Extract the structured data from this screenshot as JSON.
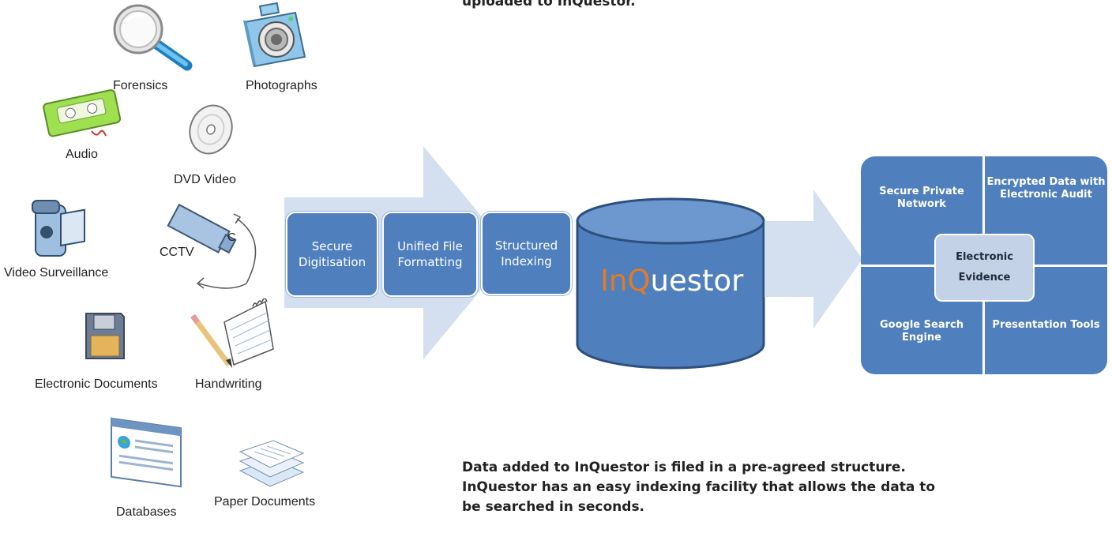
{
  "captions": {
    "top": "uploaded to InQuestor.",
    "bottom": "Data added to InQuestor is filed in a pre-agreed structure. InQuestor has an easy indexing facility that allows the data to be searched in seconds."
  },
  "sources": [
    {
      "label": "Forensics",
      "icon": "magnifier-icon"
    },
    {
      "label": "Photographs",
      "icon": "camera-icon"
    },
    {
      "label": "Audio",
      "icon": "cassette-icon"
    },
    {
      "label": "DVD Video",
      "icon": "disc-icon"
    },
    {
      "label": "Video Surveillance",
      "icon": "camcorder-icon"
    },
    {
      "label": "CCTV",
      "icon": "cctv-camera-icon"
    },
    {
      "label": "Electronic Documents",
      "icon": "floppy-disk-icon"
    },
    {
      "label": "Handwriting",
      "icon": "notepad-pencil-icon"
    },
    {
      "label": "Databases",
      "icon": "browser-window-icon"
    },
    {
      "label": "Paper Documents",
      "icon": "paper-stack-icon"
    }
  ],
  "process_steps": [
    {
      "label": "Secure Digitisation"
    },
    {
      "label": "Unified File Formatting"
    },
    {
      "label": "Structured Indexing"
    }
  ],
  "database": {
    "prefix_a": "In",
    "prefix_b": "Q",
    "suffix": "uestor",
    "accent": "#e07b2a"
  },
  "features": {
    "top_left": "Secure Private Network",
    "top_right": "Encrypted Data with Electronic Audit",
    "bottom_left": "Google Search Engine",
    "bottom_right": "Presentation Tools",
    "center_line1": "Electronic",
    "center_line2": "Evidence"
  },
  "colors": {
    "primary": "#4f7fbd",
    "arrow": "#d4dfef",
    "center": "#c4d2e7"
  }
}
